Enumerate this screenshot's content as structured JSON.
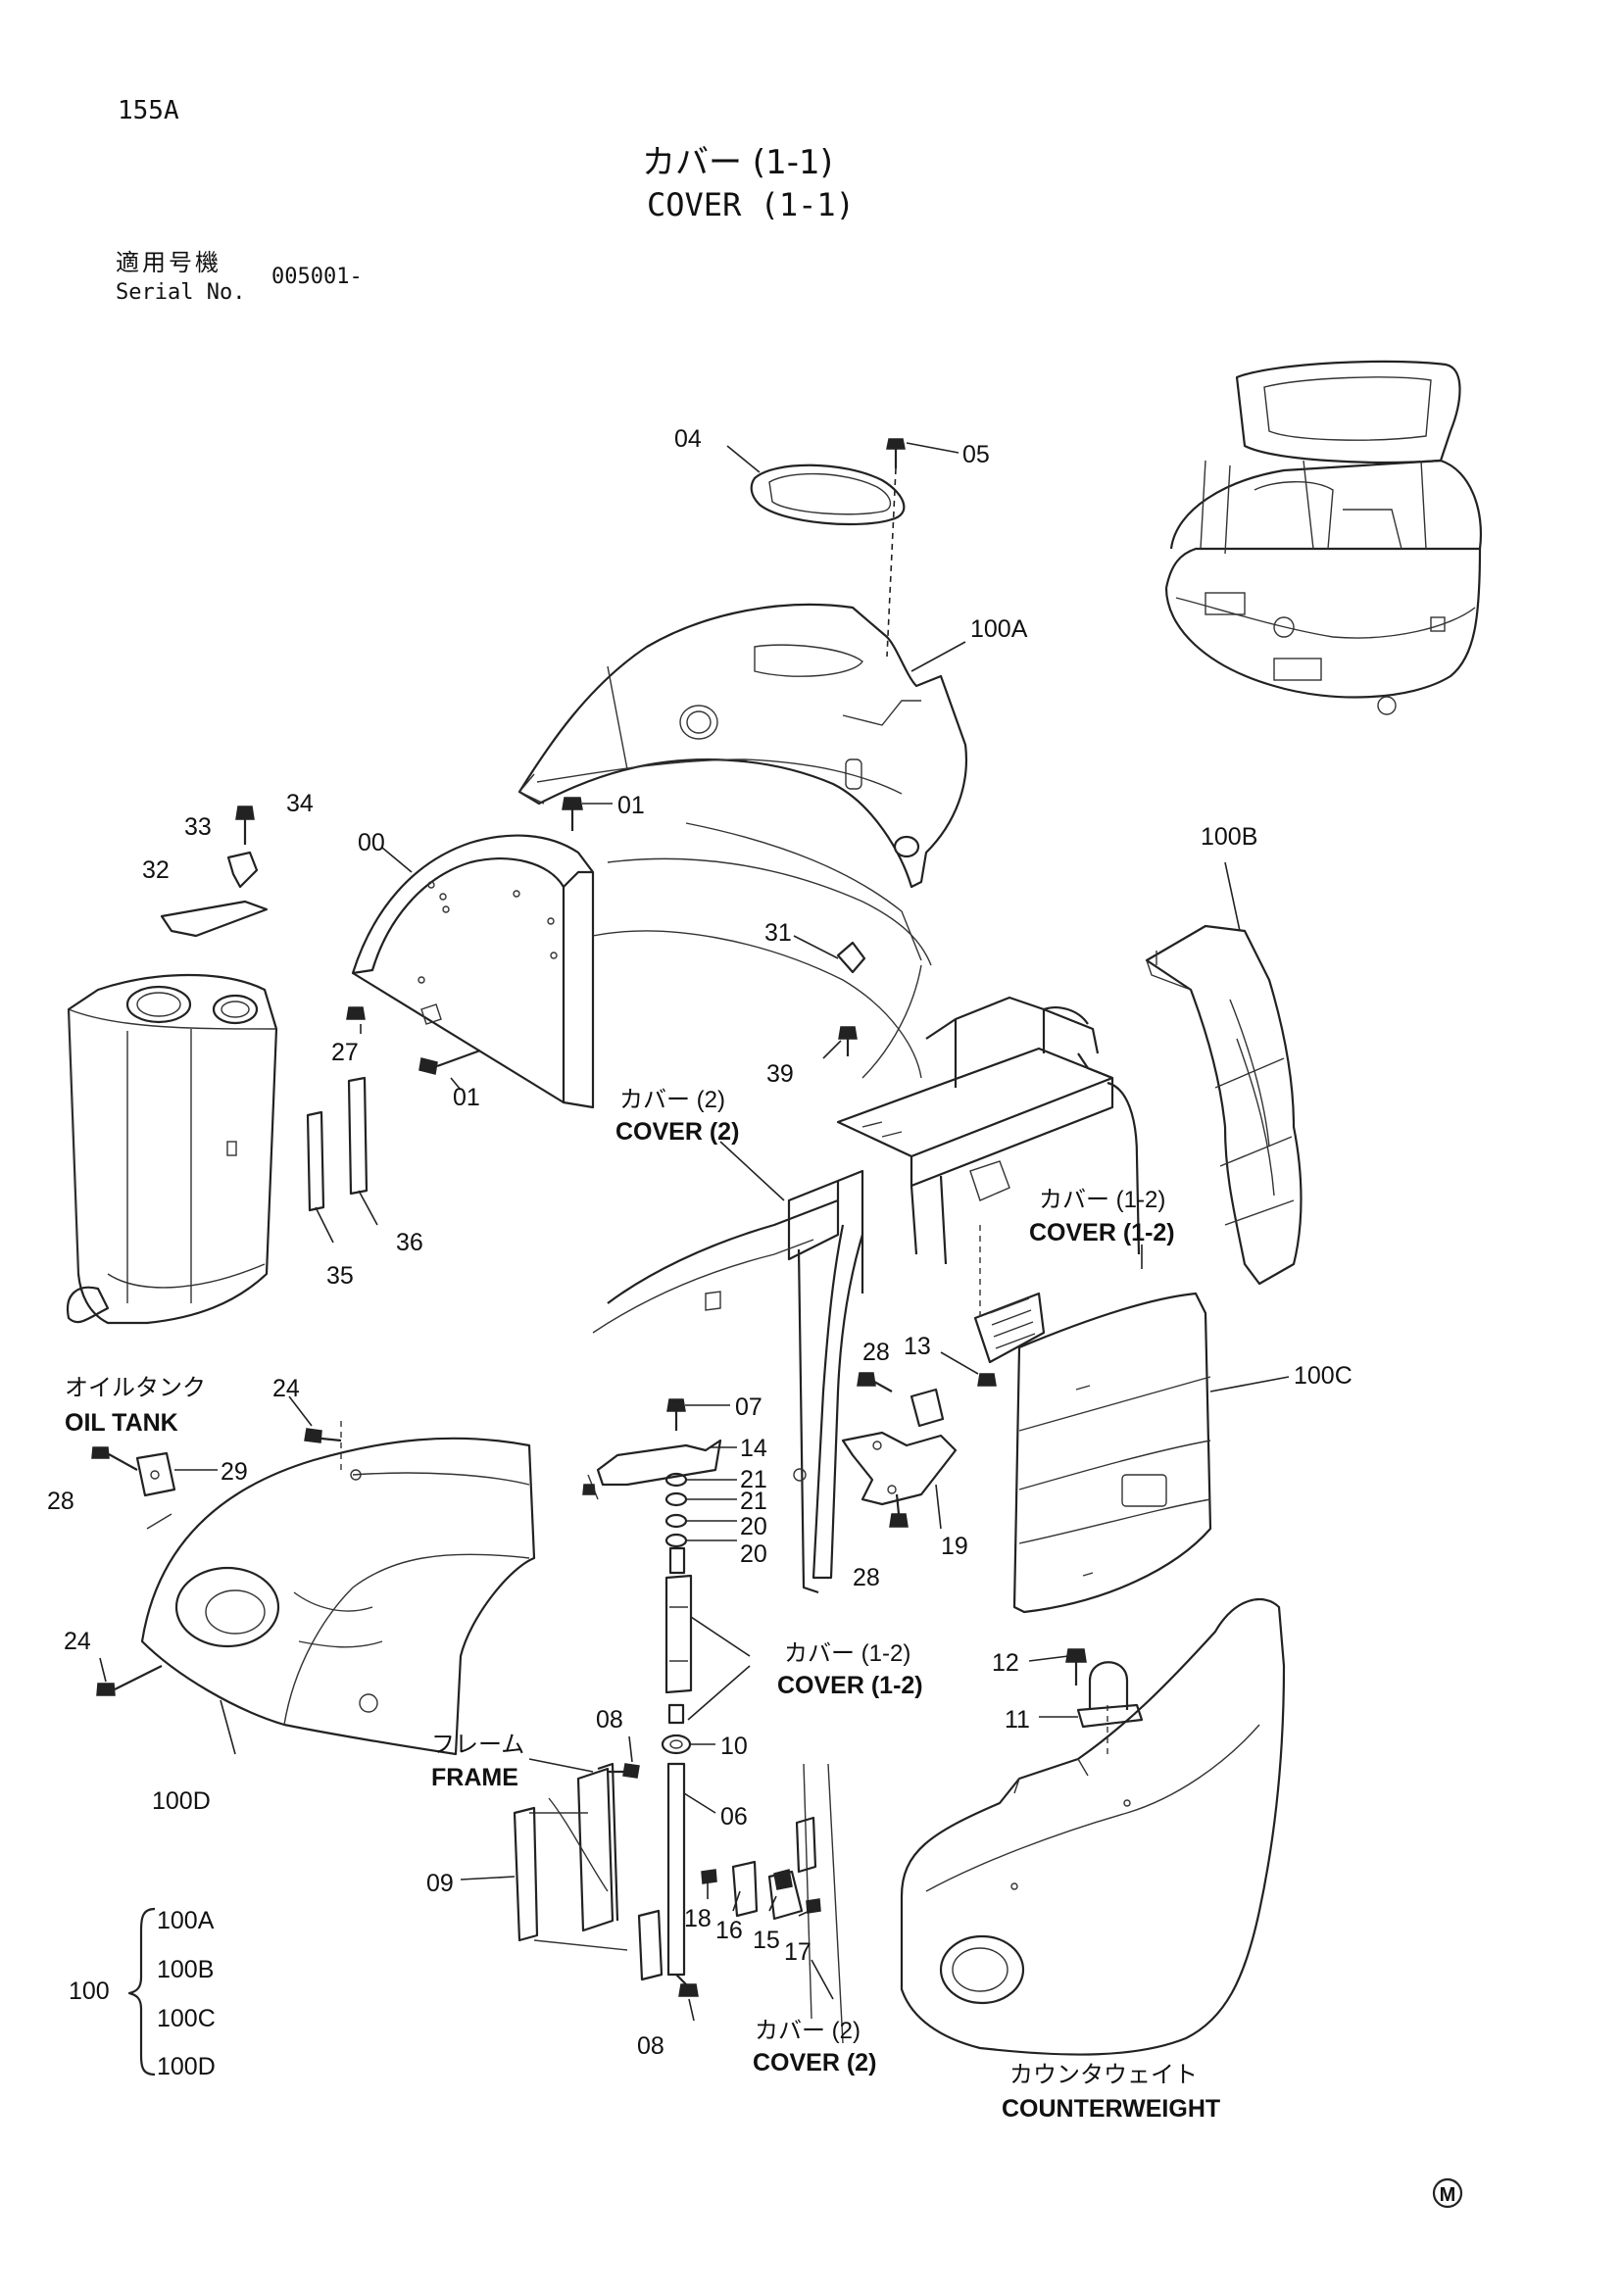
{
  "header": {
    "page_number": "155A",
    "title_jp": "カバー (1-1)",
    "title_en": "COVER (1-1)",
    "serial_label_jp": "適用号機",
    "serial_label_en": "Serial No.",
    "serial_value": "005001-"
  },
  "callouts": {
    "p04": "04",
    "p05": "05",
    "p100A": "100A",
    "p34": "34",
    "p33": "33",
    "p32": "32",
    "p01a": "01",
    "p00": "00",
    "p27": "27",
    "p01b": "01",
    "p31": "31",
    "p39": "39",
    "p100B": "100B",
    "p36": "36",
    "p35": "35",
    "p28a": "28",
    "p13": "13",
    "p100C": "100C",
    "p24a": "24",
    "p29": "29",
    "p28b": "28",
    "p07": "07",
    "p14": "14",
    "p21a": "21",
    "p21b": "21",
    "p20a": "20",
    "p20b": "20",
    "p19": "19",
    "p28c": "28",
    "p24b": "24",
    "p12": "12",
    "p11": "11",
    "p08a": "08",
    "p10": "10",
    "p06": "06",
    "p100D": "100D",
    "p09": "09",
    "p18": "18",
    "p16": "16",
    "p15": "15",
    "p17": "17",
    "p08b": "08"
  },
  "labels": {
    "cover2_upper_jp": "カバー (2)",
    "cover2_upper_en": "COVER (2)",
    "cover12_upper_jp": "カバー (1-2)",
    "cover12_upper_en": "COVER (1-2)",
    "oil_tank_jp": "オイルタンク",
    "oil_tank_en": "OIL TANK",
    "cover12_lower_jp": "カバー (1-2)",
    "cover12_lower_en": "COVER (1-2)",
    "frame_jp": "フレーム",
    "frame_en": "FRAME",
    "cover2_lower_jp": "カバー (2)",
    "cover2_lower_en": "COVER (2)",
    "counterweight_jp": "カウンタウェイト",
    "counterweight_en": "COUNTERWEIGHT"
  },
  "legend": {
    "group": "100",
    "items": [
      "100A",
      "100B",
      "100C",
      "100D"
    ]
  },
  "mark": "M"
}
